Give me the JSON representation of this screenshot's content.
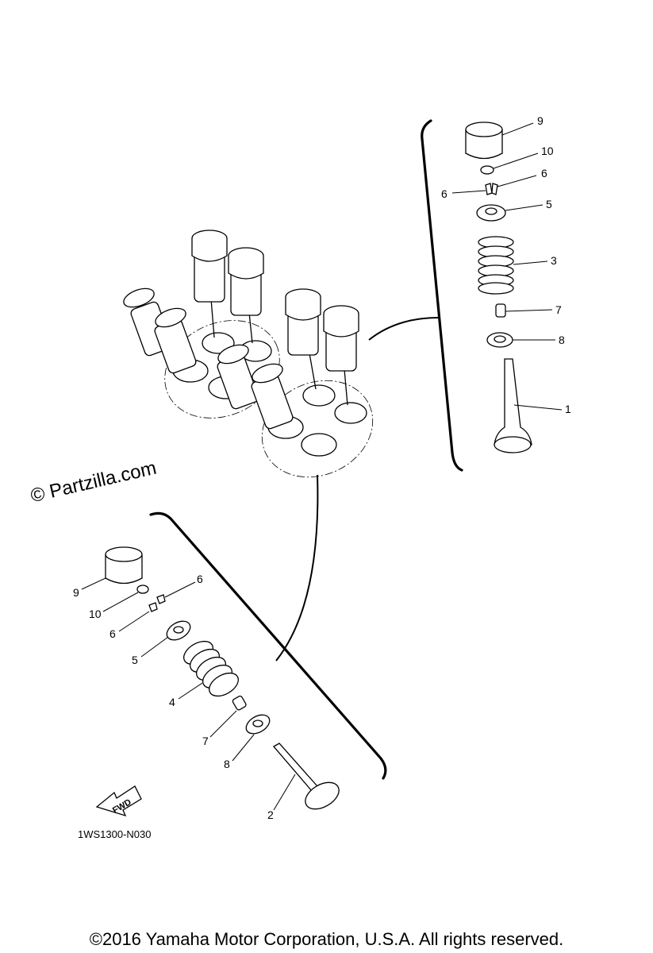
{
  "watermark": "© Partzilla.com",
  "diagram_code": "1WS1300-N030",
  "copyright": "©2016 Yamaha Motor Corporation, U.S.A. All rights reserved.",
  "fwd_label": "FWD",
  "right_group": {
    "labels": {
      "lifter": "9",
      "pad": "10",
      "cotter_a": "6",
      "cotter_b": "6",
      "retainer": "5",
      "spring": "3",
      "seal": "7",
      "seat": "8",
      "valve": "1"
    }
  },
  "left_group": {
    "labels": {
      "lifter": "9",
      "pad": "10",
      "cotter_a": "6",
      "cotter_b": "6",
      "retainer": "5",
      "spring": "4",
      "seal": "7",
      "seat": "8",
      "valve": "2"
    }
  }
}
